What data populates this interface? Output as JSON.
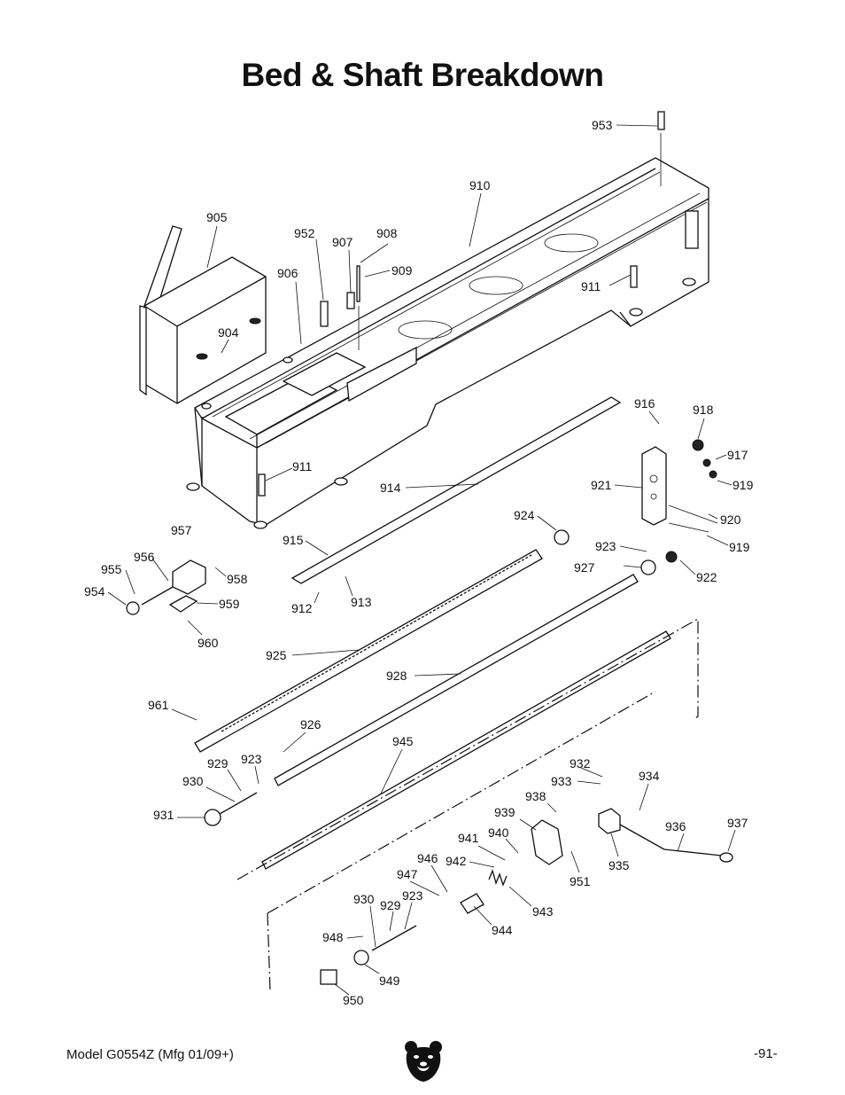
{
  "page": {
    "title": "Bed & Shaft Breakdown",
    "footer_model": "Model G0554Z (Mfg 01/09+)",
    "page_number": "-91-"
  },
  "logo": {
    "icon": "bear-head-icon"
  },
  "parts": [
    {
      "id": "953",
      "label": "953"
    },
    {
      "id": "910",
      "label": "910"
    },
    {
      "id": "905",
      "label": "905"
    },
    {
      "id": "952",
      "label": "952"
    },
    {
      "id": "907",
      "label": "907"
    },
    {
      "id": "908",
      "label": "908"
    },
    {
      "id": "909",
      "label": "909"
    },
    {
      "id": "906",
      "label": "906"
    },
    {
      "id": "911a",
      "label": "911"
    },
    {
      "id": "904",
      "label": "904"
    },
    {
      "id": "916",
      "label": "916"
    },
    {
      "id": "918",
      "label": "918"
    },
    {
      "id": "917",
      "label": "917"
    },
    {
      "id": "911b",
      "label": "911"
    },
    {
      "id": "914",
      "label": "914"
    },
    {
      "id": "921",
      "label": "921"
    },
    {
      "id": "919a",
      "label": "919"
    },
    {
      "id": "920",
      "label": "920"
    },
    {
      "id": "924",
      "label": "924"
    },
    {
      "id": "957",
      "label": "957"
    },
    {
      "id": "915",
      "label": "915"
    },
    {
      "id": "923a",
      "label": "923"
    },
    {
      "id": "919b",
      "label": "919"
    },
    {
      "id": "956",
      "label": "956"
    },
    {
      "id": "955",
      "label": "955"
    },
    {
      "id": "958",
      "label": "958"
    },
    {
      "id": "927",
      "label": "927"
    },
    {
      "id": "922",
      "label": "922"
    },
    {
      "id": "954",
      "label": "954"
    },
    {
      "id": "913",
      "label": "913"
    },
    {
      "id": "959",
      "label": "959"
    },
    {
      "id": "912",
      "label": "912"
    },
    {
      "id": "960",
      "label": "960"
    },
    {
      "id": "925",
      "label": "925"
    },
    {
      "id": "928",
      "label": "928"
    },
    {
      "id": "961",
      "label": "961"
    },
    {
      "id": "926",
      "label": "926"
    },
    {
      "id": "945",
      "label": "945"
    },
    {
      "id": "929a",
      "label": "929"
    },
    {
      "id": "923b",
      "label": "923"
    },
    {
      "id": "930a",
      "label": "930"
    },
    {
      "id": "932",
      "label": "932"
    },
    {
      "id": "933",
      "label": "933"
    },
    {
      "id": "934",
      "label": "934"
    },
    {
      "id": "931",
      "label": "931"
    },
    {
      "id": "938",
      "label": "938"
    },
    {
      "id": "939",
      "label": "939"
    },
    {
      "id": "936",
      "label": "936"
    },
    {
      "id": "937",
      "label": "937"
    },
    {
      "id": "940",
      "label": "940"
    },
    {
      "id": "941",
      "label": "941"
    },
    {
      "id": "942",
      "label": "942"
    },
    {
      "id": "935",
      "label": "935"
    },
    {
      "id": "946",
      "label": "946"
    },
    {
      "id": "951",
      "label": "951"
    },
    {
      "id": "947",
      "label": "947"
    },
    {
      "id": "943",
      "label": "943"
    },
    {
      "id": "930b",
      "label": "930"
    },
    {
      "id": "929b",
      "label": "929"
    },
    {
      "id": "923c",
      "label": "923"
    },
    {
      "id": "944",
      "label": "944"
    },
    {
      "id": "948",
      "label": "948"
    },
    {
      "id": "949",
      "label": "949"
    },
    {
      "id": "950",
      "label": "950"
    }
  ]
}
